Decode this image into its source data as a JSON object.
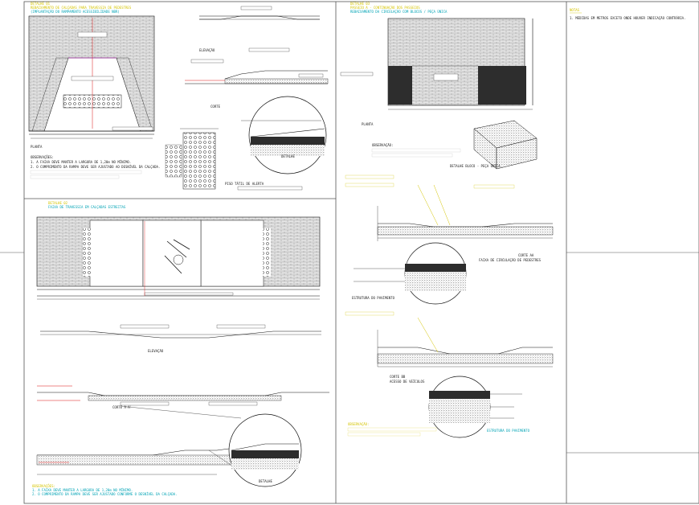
{
  "colors": {
    "paper": "#ffffff",
    "ink": "#111111",
    "title_yellow": "#d4c400",
    "title_cyan": "#00a3b5",
    "accent_magenta": "#b000b0",
    "accent_red": "#dd1111",
    "brick_fill": "#e8e8e8"
  },
  "panel_a": {
    "detail_label": "DETALHE 01",
    "title": "REBAIXAMENTO DE CALÇADAS PARA TRAVESSIA DE PEDESTRES",
    "subtitle": "(IMPLANTAÇÃO DO RAMPAMENTO ACESSIBILIDADE NBR)",
    "plan_label": "PLANTA",
    "obs_heading": "OBSERVAÇÕES:",
    "obs_1": "1. A FAIXA DEVE MANTER A LARGURA DE 1,20m NO MÍNIMO.",
    "obs_2": "2. O COMPRIMENTO DA RAMPA DEVE SER AJUSTADO AO DESNÍVEL DA CALÇADA.",
    "elev_label": "ELEVAÇÃO",
    "corte_label": "CORTE",
    "detalhe_label": "DETALHE",
    "piso_label": "PISO TÁTIL DE ALERTA"
  },
  "panel_b": {
    "detail_label": "DETALHE 02",
    "title": "FAIXA DE TRAVESSIA EM CALÇADAS ESTREITAS",
    "elev_label": "ELEVAÇÃO",
    "corte_label": "CORTE A-A'",
    "obs_heading": "OBSERVAÇÕES:",
    "obs_1": "1. A FAIXA DEVE MANTER A LARGURA DE 1,20m NO MÍNIMO.",
    "obs_2": "2. O COMPRIMENTO DA RAMPA DEVE SER AJUSTADO CONFORME O DESNÍVEL DA CALÇADA.",
    "detalhe_label": "DETALHE"
  },
  "panel_c": {
    "detail_label": "DETALHE 03",
    "title": "PASSEIO A - CONTINUAÇÃO DOS PASSEIOS",
    "subtitle": "REBAIXAMENTO DA CIRCULAÇÃO COM BLOCOS / PEÇA ÚNICA",
    "plan_label": "PLANTA",
    "obs_heading": "OBSERVAÇÃO:",
    "block_label": "DETALHE BLOCO - PEÇA ÚNICA",
    "corte_a_label": "CORTE AA",
    "corte_a_sub": "FAIXA DE CIRCULAÇÃO DE PEDESTRES",
    "corte_b_label": "CORTE BB",
    "corte_b_sub": "ACESSO DE VEÍCULOS",
    "estrutura_label": "ESTRUTURA DO PAVIMENTO",
    "obs2_heading": "OBSERVAÇÃO:"
  },
  "notes": {
    "heading": "NOTAS",
    "item_1": "1. MEDIDAS EM METROS EXCETO ONDE HOUVER INDICAÇÃO CONTRÁRIA."
  }
}
